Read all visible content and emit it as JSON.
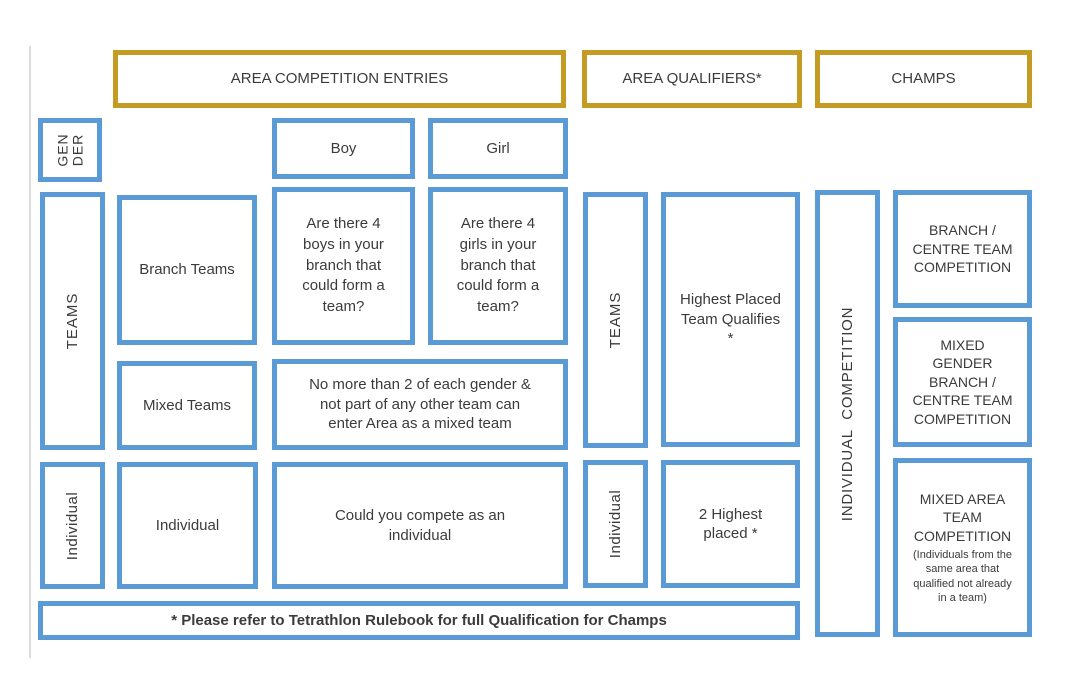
{
  "colors": {
    "blue": "#5b9bd5",
    "gold": "#c49b23",
    "text": "#3b3b3b"
  },
  "headers": {
    "area_entries": "AREA COMPETITION ENTRIES",
    "area_qualifiers": "AREA QUALIFIERS*",
    "champs": "CHAMPS"
  },
  "gender": {
    "label": "GEN\nDER",
    "boy": "Boy",
    "girl": "Girl"
  },
  "entries": {
    "teams_label": "TEAMS",
    "branch_teams": "Branch Teams",
    "boys_question": "Are there 4\nboys in your\nbranch that\ncould form a\nteam?",
    "girls_question": "Are there 4\ngirls in your\nbranch that\ncould form a\nteam?",
    "mixed_teams": "Mixed Teams",
    "mixed_rule": "No more than 2 of each gender &\nnot part of any other team can\nenter Area as a mixed team",
    "individual_label": "Individual",
    "individual_cell": "Individual",
    "individual_rule": "Could you compete as an\nindividual"
  },
  "qualifiers": {
    "teams_label": "TEAMS",
    "teams_rule": "Highest Placed\nTeam Qualifies\n*",
    "individual_label": "Individual",
    "individual_rule": "2 Highest\nplaced *"
  },
  "champs": {
    "individual_competition": "INDIVIDUAL  COMPETITION",
    "branch_centre": "BRANCH /\nCENTRE TEAM\nCOMPETITION",
    "mixed_gender": "MIXED\nGENDER\nBRANCH /\nCENTRE TEAM\nCOMPETITION",
    "mixed_area_title": "MIXED AREA\nTEAM\nCOMPETITION",
    "mixed_area_note": "(Individuals from the\nsame area that\nqualified not already\nin a team)"
  },
  "footnote": "* Please refer to Tetrathlon Rulebook for full Qualification for Champs"
}
